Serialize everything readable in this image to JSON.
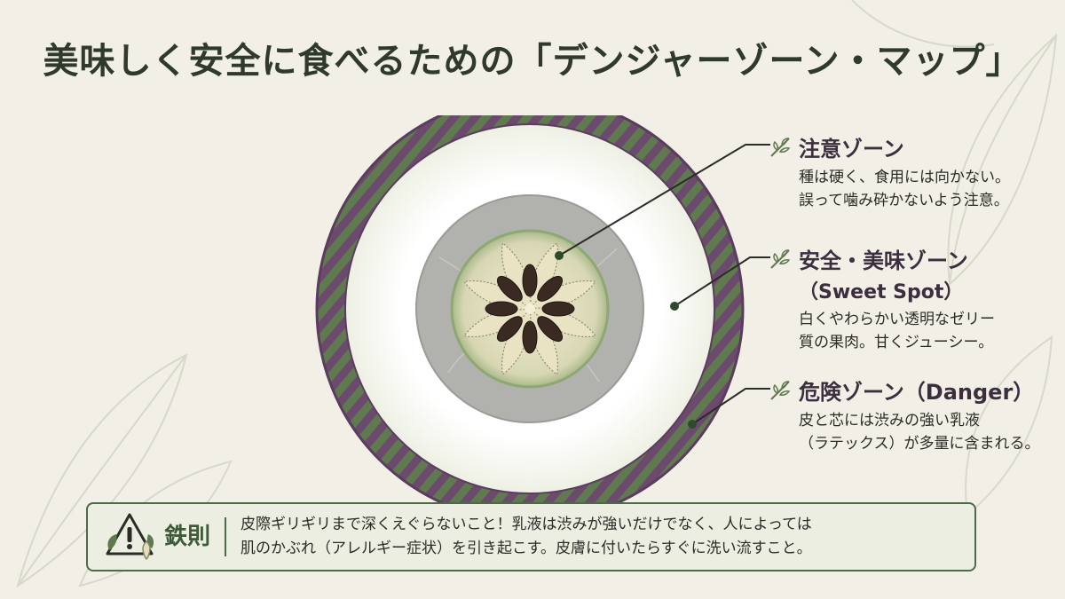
{
  "title": "美味しく安全に食べるための「デンジャーゾーン・マップ」",
  "zones": [
    {
      "id": "caution",
      "title": "注意ゾーン",
      "subtitle": "",
      "desc_lines": [
        "種は硬く、食用には向かない。",
        "誤って噛み砕かないよう注意。"
      ],
      "icon": "sprig-icon"
    },
    {
      "id": "safe",
      "title": "安全・美味ゾーン",
      "subtitle": "（Sweet Spot）",
      "desc_lines": [
        "白くやわらかい透明なゼリー",
        "質の果肉。甘くジューシー。"
      ],
      "icon": "sprig-icon"
    },
    {
      "id": "danger",
      "title": "危険ゾーン（Danger）",
      "subtitle": "",
      "desc_lines": [
        "皮と芯には渋みの強い乳液",
        "（ラテックス）が多量に含まれる。"
      ],
      "icon": "sprig-icon"
    }
  ],
  "rule": {
    "title": "鉄則",
    "lines": [
      "皮際ギリギリまで深くえぐらないこと！乳液は渋みが強いだけでなく、人によっては",
      "肌のかぶれ（アレルギー症状）を引き起こす。皮膚に付いたらすぐに洗い流すこと。"
    ],
    "icon": "warning-leaf-icon"
  },
  "colors": {
    "background": "#f2f0e6",
    "title": "#2f3a2c",
    "ring_purple": "#6b4a6e",
    "ring_green": "#5f7a4e",
    "flesh": "#ffffff",
    "core": "#a9aaa7",
    "center": "#dcd8bb",
    "seed": "#3a2a22",
    "accent_green": "#4c6a46",
    "zone_title": "#3b2e3f"
  }
}
